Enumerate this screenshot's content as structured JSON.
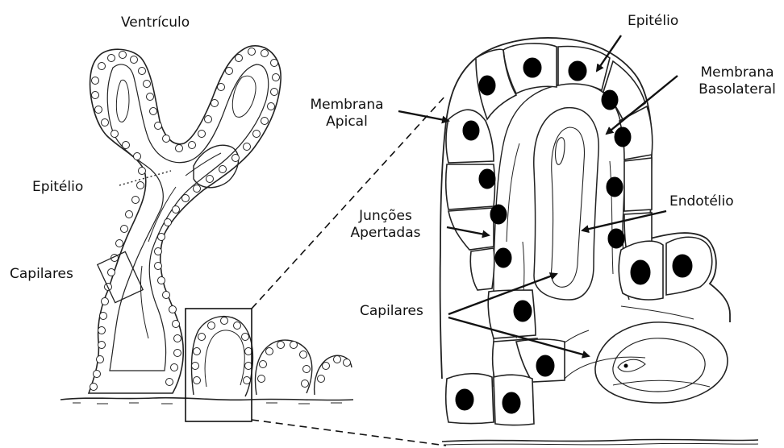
{
  "labels": {
    "ventricle": "Ventrículo",
    "epithelium_left": "Epitélio",
    "capillaries_left": "Capilares",
    "epithelium_right": "Epitélio",
    "basolateral_line1": "Membrana",
    "basolateral_line2": "Basolateral",
    "apical_line1": "Membrana",
    "apical_line2": "Apical",
    "endothelium": "Endotélio",
    "junctions_line1": "Junções",
    "junctions_line2": "Apertadas",
    "capillaries_right": "Capilares"
  },
  "colors": {
    "ink": "#111111",
    "background": "#ffffff"
  }
}
